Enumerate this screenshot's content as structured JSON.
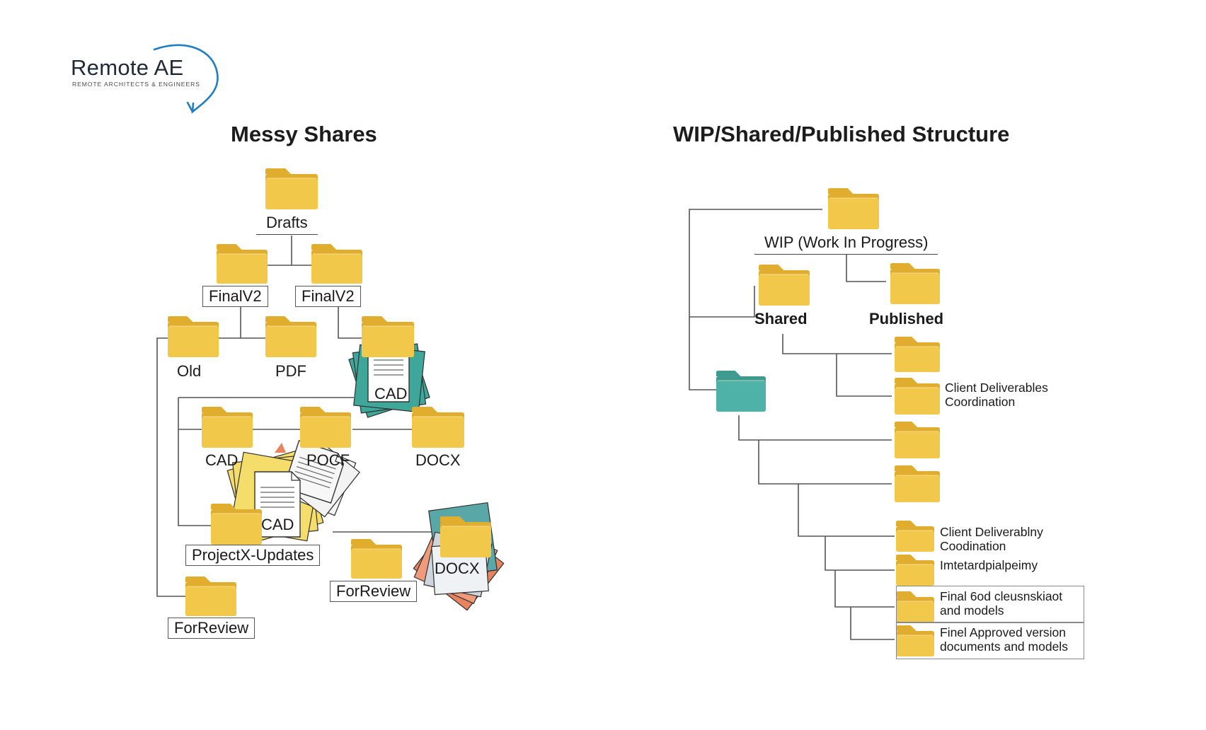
{
  "brand": {
    "name": "Remote AE",
    "tagline": "REMOTE ARCHITECTS & ENGINEERS"
  },
  "left_panel": {
    "title": "Messy Shares",
    "labels": {
      "drafts": "Drafts",
      "final_a": "FinalV2",
      "final_b": "FinalV2",
      "old": "Old",
      "pdf": "PDF",
      "cad_file_top": "CAD",
      "cad": "CAD",
      "pocf": "POCF",
      "docx": "DOCX",
      "cad_file_pile": "CAD",
      "projectx": "ProjectX-Updates",
      "forreview_mid": "ForReview",
      "docx_file_pile": "DOCX",
      "forreview_bottom": "ForReview"
    }
  },
  "right_panel": {
    "title": "WIP/Shared/Published Structure",
    "wip": "WIP (Work In Progress)",
    "shared": "Shared",
    "published": "Published",
    "descriptions": {
      "d1": "Client Deliverables\nCoordination",
      "d2": "Client Deliverablny\nCoodination",
      "d3": "Imtetardpialpeimy",
      "d4": "Final 6od cleusnskiaot\nand models",
      "d5": "Finel Approved version\ndocuments and models"
    }
  },
  "colors": {
    "folder_yellow": "#f2c84b",
    "folder_shadow": "#e0ad2e",
    "folder_teal": "#4fb2a8",
    "pile_teal": "#3fa79a",
    "pile_yellow": "#f4dd6a",
    "pile_orange": "#e8835f",
    "logo_blue": "#1f7fc0",
    "line": "#555555"
  }
}
